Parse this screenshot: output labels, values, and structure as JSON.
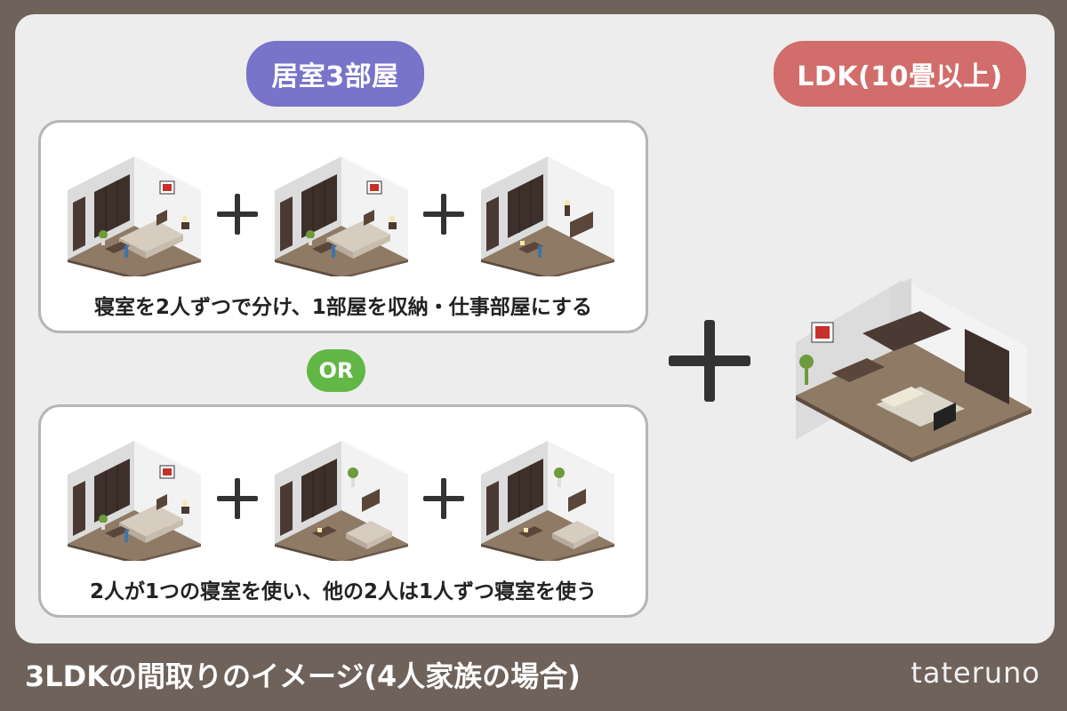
{
  "labels": {
    "rooms_pill": "居室3部屋",
    "ldk_pill": "LDK(10畳以上)",
    "or": "OR"
  },
  "options": [
    {
      "caption": "寝室を2人ずつで分け、1部屋を収納・仕事部屋にする",
      "rooms": [
        "bedroom-double",
        "bedroom-double",
        "study-room"
      ]
    },
    {
      "caption": "2人が1つの寝室を使い、他の2人は1人ずつ寝室を使う",
      "rooms": [
        "bedroom-double",
        "bedroom-single",
        "bedroom-single"
      ]
    }
  ],
  "footer": {
    "title": "3LDKの間取りのイメージ(4人家族の場合)",
    "brand": "tateruno"
  },
  "colors": {
    "background": "#6e625b",
    "panel": "#eeeded",
    "rooms_pill": "#7774c9",
    "ldk_pill": "#d16d6b",
    "or_badge": "#62b746"
  },
  "icons": [
    "plus-icon",
    "isometric-room-illustration",
    "ldk-room-illustration"
  ]
}
